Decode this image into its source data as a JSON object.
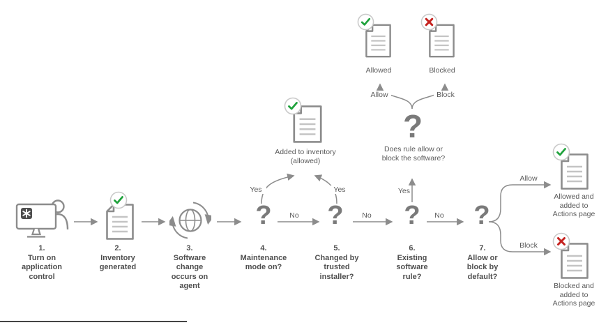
{
  "q": "?",
  "steps": [
    {
      "num": "1.",
      "label": "Turn on application control"
    },
    {
      "num": "2.",
      "label": "Inventory generated"
    },
    {
      "num": "3.",
      "label": "Software change occurs on agent"
    },
    {
      "num": "4.",
      "label": "Maintenance mode on?"
    },
    {
      "num": "5.",
      "label": "Changed by trusted installer?"
    },
    {
      "num": "6.",
      "label": "Existing software rule?"
    },
    {
      "num": "7.",
      "label": "Allow or block by default?"
    }
  ],
  "annotations": {
    "added_inventory": "Added to inventory (allowed)",
    "rule_question": "Does rule allow or block the software?",
    "allowed_doc": "Allowed",
    "blocked_doc": "Blocked",
    "allowed_actions": "Allowed and added to Actions page",
    "blocked_actions": "Blocked and added to Actions page"
  },
  "edge_labels": {
    "yes_maintenance": "Yes",
    "yes_installer": "Yes",
    "yes_rule": "Yes",
    "no_maintenance": "No",
    "no_installer": "No",
    "no_rule": "No",
    "allow_rule": "Allow",
    "block_rule": "Block",
    "allow_default": "Allow",
    "block_default": "Block"
  },
  "colors": {
    "line": "#8c8c8c",
    "green": "#1fa23c",
    "red": "#c5221f",
    "step_text": "#4f4f4f",
    "note_text": "#5a5a5a"
  }
}
